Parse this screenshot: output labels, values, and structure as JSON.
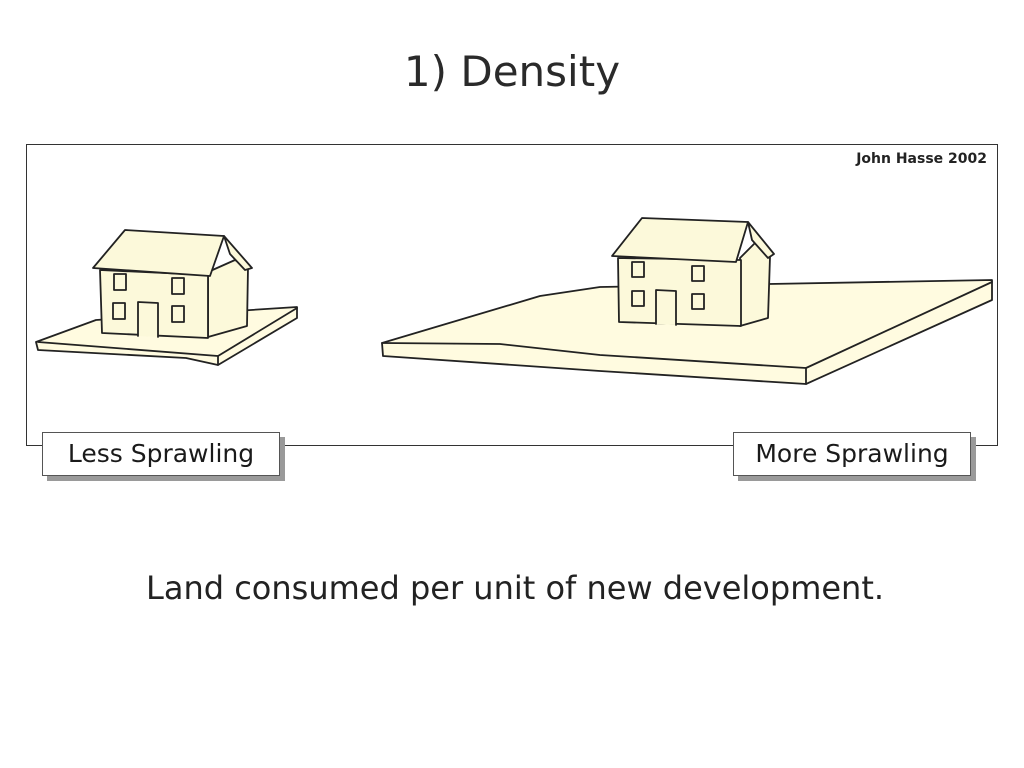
{
  "slide": {
    "title": "1) Density",
    "credit": "John Hasse 2002",
    "labels": {
      "less": "Less Sprawling",
      "more": "More Sprawling"
    },
    "caption": "Land consumed per unit of new development."
  },
  "colors": {
    "lot_fill": "#FFFBE0",
    "house_fill": "#FCF9DA",
    "outline": "#222222",
    "label_shadow": "#9A9A9A"
  }
}
